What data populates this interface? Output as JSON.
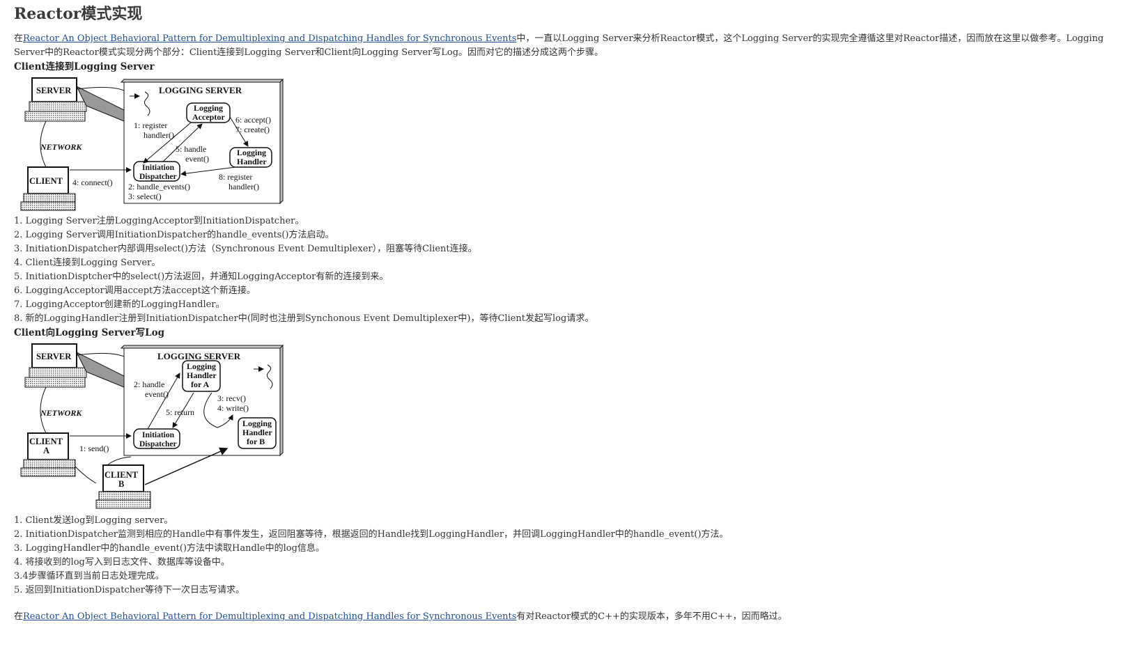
{
  "title": "Reactor模式实现",
  "intro": {
    "prefix": "在",
    "link_text": "Reactor An Object Behavioral Pattern for Demultiplexing and Dispatching Handles for Synchronous Events",
    "suffix": "中，一直以Logging Server来分析Reactor模式，这个Logging Server的实现完全遵循这里对Reactor描述，因而放在这里以做参考。Logging Server中的Reactor模式实现分两个部分：Client连接到Logging Server和Client向Logging Server写Log。因而对它的描述分成这两个步骤。"
  },
  "section1": {
    "heading": "Client连接到Logging Server",
    "diagram": {
      "server": "SERVER",
      "client": "CLIENT",
      "network": "NETWORK",
      "logging_server": "LOGGING SERVER",
      "acceptor_l1": "Logging",
      "acceptor_l2": "Acceptor",
      "handler_l1": "Logging",
      "handler_l2": "Handler",
      "dispatcher_l1": "Initiation",
      "dispatcher_l2": "Dispatcher",
      "lbl_register_1": "1: register",
      "lbl_register_2": "handler()",
      "lbl_accept": "6: accept()",
      "lbl_create": "7: create()",
      "lbl_handle_1": "5: handle",
      "lbl_handle_2": "event()",
      "lbl_reg8_1": "8: register",
      "lbl_reg8_2": "handler()",
      "lbl_connect": "4: connect()",
      "lbl_handle_events": "2: handle_events()",
      "lbl_select": "3: select()"
    },
    "steps": [
      "1. Logging Server注册LoggingAcceptor到InitiationDispatcher。",
      "2. Logging Server调用InitiationDispatcher的handle_events()方法启动。",
      "3. InitiationDispatcher内部调用select()方法（Synchronous Event Demultiplexer），阻塞等待Client连接。",
      "4. Client连接到Logging Server。",
      "5. InitiationDisptcher中的select()方法返回，并通知LoggingAcceptor有新的连接到来。",
      "6. LoggingAcceptor调用accept方法accept这个新连接。",
      "7. LoggingAcceptor创建新的LoggingHandler。",
      "8. 新的LoggingHandler注册到InitiationDispatcher中(同时也注册到Synchonous Event Demultiplexer中)，等待Client发起写log请求。"
    ]
  },
  "section2": {
    "heading": "Client向Logging Server写Log",
    "diagram": {
      "server": "SERVER",
      "client_a_1": "CLIENT",
      "client_a_2": "A",
      "client_b_1": "CLIENT",
      "client_b_2": "B",
      "network": "NETWORK",
      "logging_server": "LOGGING SERVER",
      "handler_a_1": "Logging",
      "handler_a_2": "Handler",
      "handler_a_3": "for A",
      "handler_b_1": "Logging",
      "handler_b_2": "Handler",
      "handler_b_3": "for B",
      "dispatcher_l1": "Initiation",
      "dispatcher_l2": "Dispatcher",
      "lbl_handle_1": "2: handle",
      "lbl_handle_2": "event()",
      "lbl_recv": "3: recv()",
      "lbl_write": "4: write()",
      "lbl_return": "5: return",
      "lbl_send": "1: send()"
    },
    "steps": [
      "1. Client发送log到Logging server。",
      "2. InitiationDispatcher监测到相应的Handle中有事件发生，返回阻塞等待，根据返回的Handle找到LoggingHandler，并回调LoggingHandler中的handle_event()方法。",
      "3. LoggingHandler中的handle_event()方法中读取Handle中的log信息。",
      "4. 将接收到的log写入到日志文件、数据库等设备中。",
      "3.4步骤循环直到当前日志处理完成。",
      "5. 返回到InitiationDispatcher等待下一次日志写请求。"
    ]
  },
  "outro": {
    "prefix": "在",
    "link_text": "Reactor An Object Behavioral Pattern for Demultiplexing and Dispatching Handles for Synchronous Events",
    "suffix": "有对Reactor模式的C++的实现版本，多年不用C++，因而略过。"
  }
}
